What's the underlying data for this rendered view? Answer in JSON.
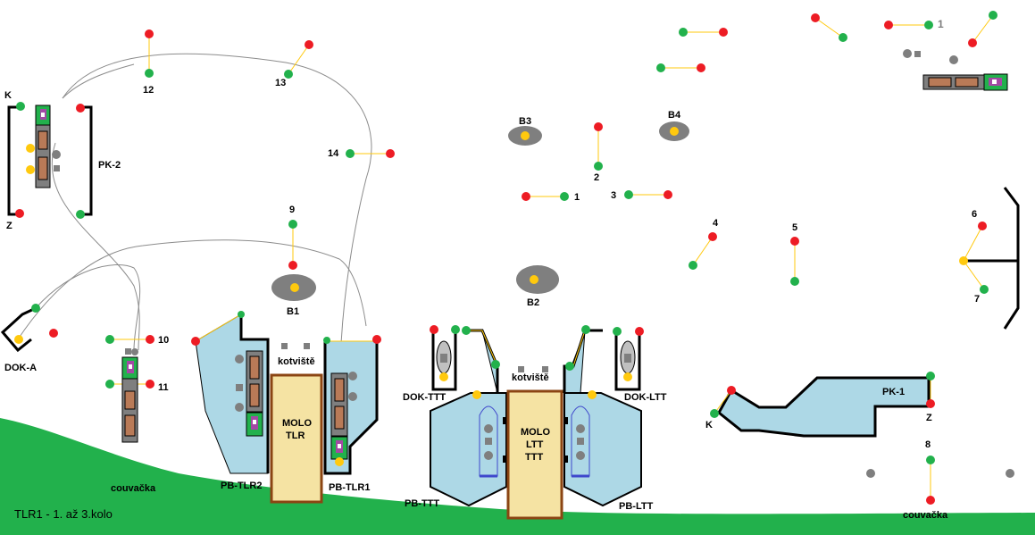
{
  "title": "TLR1 - 1. až 3.kolo",
  "colors": {
    "water": "#add8e6",
    "ground": "#22b14c",
    "pier": "#f5e3a3",
    "pier_border": "#8b4513",
    "buoy_red": "#ed1c24",
    "buoy_green": "#22b14c",
    "buoy_yellow": "#ffc90e",
    "buoy_gray": "#7f7f7f",
    "line_yellow": "#ffc90e",
    "boat_body": "#7f7f7f",
    "boat_cargo": "#b97a57",
    "boat_cabin": "#22b14c"
  },
  "gates": [
    {
      "id": "1",
      "label": "1"
    },
    {
      "id": "2",
      "label": "2"
    },
    {
      "id": "3",
      "label": "3"
    },
    {
      "id": "4",
      "label": "4"
    },
    {
      "id": "5",
      "label": "5"
    },
    {
      "id": "6",
      "label": "6"
    },
    {
      "id": "7",
      "label": "7"
    },
    {
      "id": "8",
      "label": "8"
    },
    {
      "id": "9",
      "label": "9"
    },
    {
      "id": "10",
      "label": "10"
    },
    {
      "id": "11",
      "label": "11"
    },
    {
      "id": "12",
      "label": "12"
    },
    {
      "id": "13",
      "label": "13"
    },
    {
      "id": "14",
      "label": "14"
    },
    {
      "id": "1b",
      "label": "1"
    }
  ],
  "buoys": [
    {
      "id": "B1",
      "label": "B1"
    },
    {
      "id": "B2",
      "label": "B2"
    },
    {
      "id": "B3",
      "label": "B3"
    },
    {
      "id": "B4",
      "label": "B4"
    }
  ],
  "areas": {
    "pk2": "PK-2",
    "pk1": "PK-1",
    "dok_a": "DOK-A",
    "dok_ttt": "DOK-TTT",
    "dok_ltt": "DOK-LTT",
    "pb_tlr2": "PB-TLR2",
    "pb_tlr1": "PB-TLR1",
    "pb_ttt": "PB-TTT",
    "pb_ltt": "PB-LTT",
    "kotviste1": "kotviště",
    "kotviste2": "kotviště",
    "couvacka1": "couvačka",
    "couvacka2": "couvačka",
    "k_left": "K",
    "z_left": "Z",
    "k_right": "K",
    "z_right": "Z"
  },
  "piers": {
    "tlr": [
      "MOLO",
      "TLR"
    ],
    "ltt": [
      "MOLO",
      "LTT",
      "TTT"
    ]
  }
}
